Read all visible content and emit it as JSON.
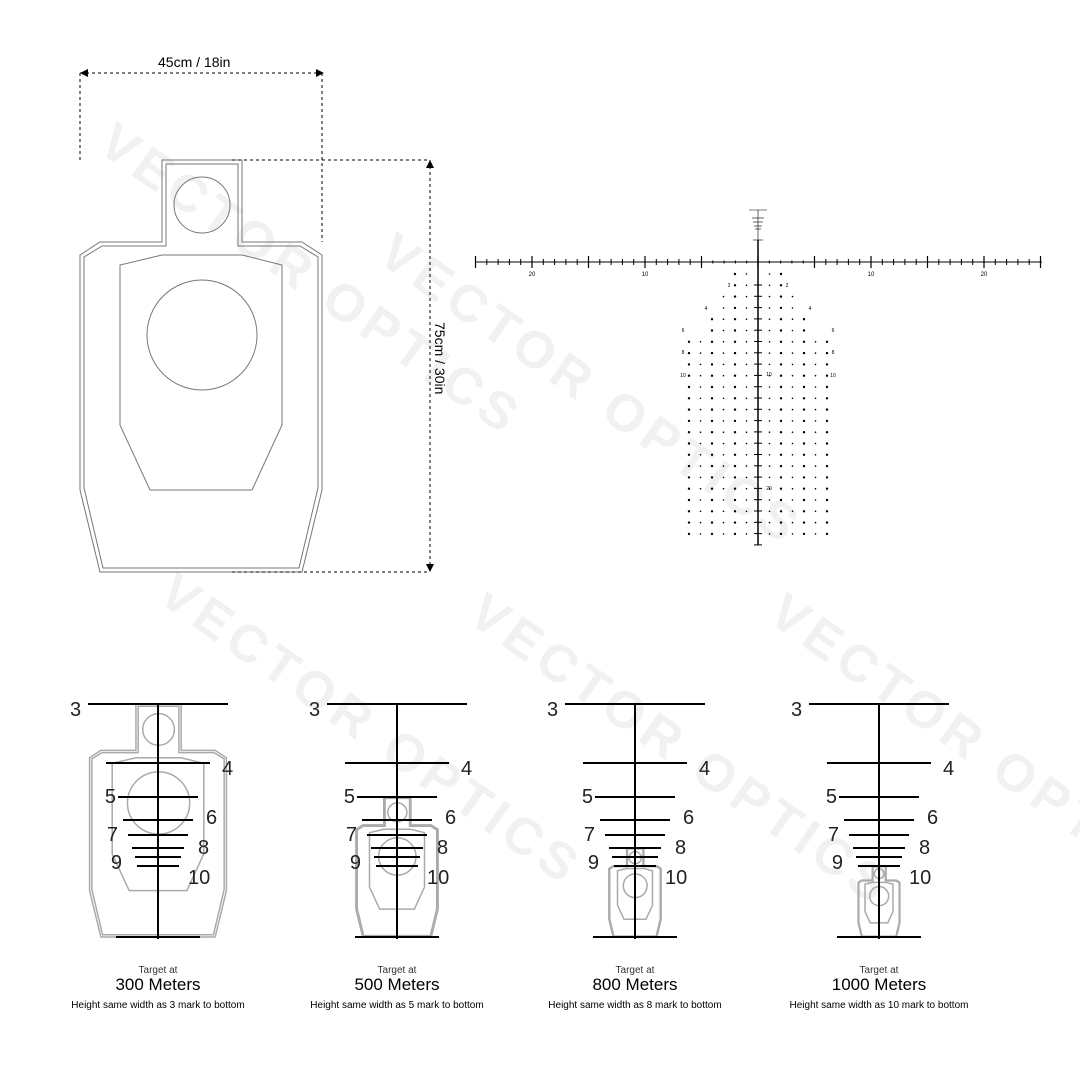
{
  "watermark": "VECTOR OPTICS",
  "dimensions": {
    "width_label": "45cm / 18in",
    "height_label": "75cm / 30in"
  },
  "reticle": {
    "horizontal_labels": [
      "20",
      "10",
      "10",
      "20"
    ],
    "vertical_labels": [
      "2",
      "4",
      "6",
      "8",
      "10"
    ],
    "center_labels": [
      "10",
      "20"
    ]
  },
  "ladder_labels": [
    "3",
    "4",
    "5",
    "6",
    "7",
    "8",
    "9",
    "10"
  ],
  "panels": [
    {
      "prefix": "Target at",
      "distance": "300 Meters",
      "note": "Height same width as 3 mark to bottom",
      "top_mark": 3
    },
    {
      "prefix": "Target at",
      "distance": "500 Meters",
      "note": "Height same width as 5 mark to bottom",
      "top_mark": 5
    },
    {
      "prefix": "Target at",
      "distance": "800 Meters",
      "note": "Height same width as 8 mark to bottom",
      "top_mark": 8
    },
    {
      "prefix": "Target at",
      "distance": "1000 Meters",
      "note": "Height same width as 10 mark to bottom",
      "top_mark": 10
    }
  ],
  "colors": {
    "line": "#000000",
    "target": "#aaaaaa",
    "watermark": "#f1f1f1"
  }
}
